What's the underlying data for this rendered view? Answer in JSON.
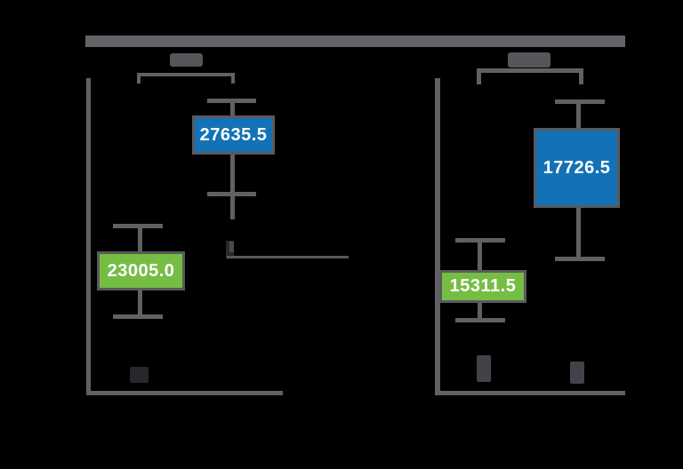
{
  "figure": {
    "background": "#000000",
    "top_bar_color": "#636367",
    "line_color": "#616165"
  },
  "colors": {
    "green_box": "#76bd44",
    "blue_box": "#1272b5",
    "box_border": "#5a5a5e",
    "label_text": "#ffffff"
  },
  "chart_data": {
    "type": "box",
    "legend_position": "none",
    "grid": false,
    "axes": {
      "tick_labels_legible": false,
      "note": "axis tick labels, titles and bracket annotation text are rendered too dark against the black background to be read; only gray glyph blobs are visible"
    },
    "panels": [
      {
        "id": "left",
        "significance_bracket": {
          "present": true,
          "label_legible": false
        },
        "boxes": [
          {
            "group": 1,
            "color": "green",
            "value": 23005.0,
            "label": "23005.0"
          },
          {
            "group": 2,
            "color": "blue",
            "value": 27635.5,
            "label": "27635.5"
          }
        ]
      },
      {
        "id": "right",
        "significance_bracket": {
          "present": true,
          "label_legible": false
        },
        "boxes": [
          {
            "group": 1,
            "color": "green",
            "value": 15311.5,
            "label": "15311.5"
          },
          {
            "group": 2,
            "color": "blue",
            "value": 17726.5,
            "label": "17726.5"
          }
        ]
      }
    ]
  }
}
